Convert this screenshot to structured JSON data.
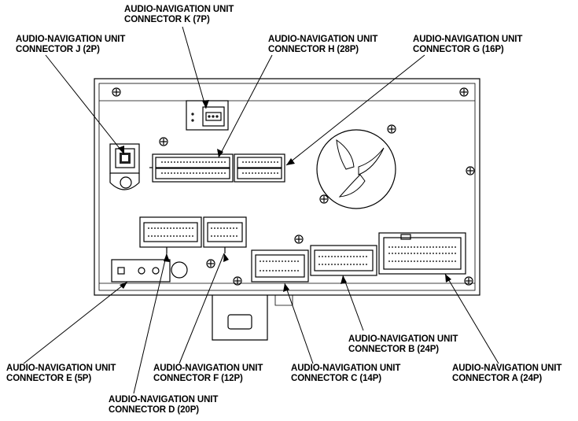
{
  "labels": {
    "k": {
      "line1": "AUDIO-NAVIGATION UNIT",
      "line2": "CONNECTOR K (7P)"
    },
    "j": {
      "line1": "AUDIO-NAVIGATION UNIT",
      "line2": "CONNECTOR J (2P)"
    },
    "h": {
      "line1": "AUDIO-NAVIGATION UNIT",
      "line2": "CONNECTOR H (28P)"
    },
    "g": {
      "line1": "AUDIO-NAVIGATION UNIT",
      "line2": "CONNECTOR G (16P)"
    },
    "b": {
      "line1": "AUDIO-NAVIGATION UNIT",
      "line2": "CONNECTOR B (24P)"
    },
    "e": {
      "line1": "AUDIO-NAVIGATION UNIT",
      "line2": "CONNECTOR E (5P)"
    },
    "f": {
      "line1": "AUDIO-NAVIGATION UNIT",
      "line2": "CONNECTOR F (12P)"
    },
    "c": {
      "line1": "AUDIO-NAVIGATION UNIT",
      "line2": "CONNECTOR C (14P)"
    },
    "a": {
      "line1": "AUDIO-NAVIGATION UNIT",
      "line2": "CONNECTOR A (24P)"
    },
    "d": {
      "line1": "AUDIO-NAVIGATION UNIT",
      "line2": "CONNECTOR D (20P)"
    }
  },
  "colors": {
    "line": "#000000",
    "background": "#ffffff",
    "fill_dark": "#222222"
  }
}
